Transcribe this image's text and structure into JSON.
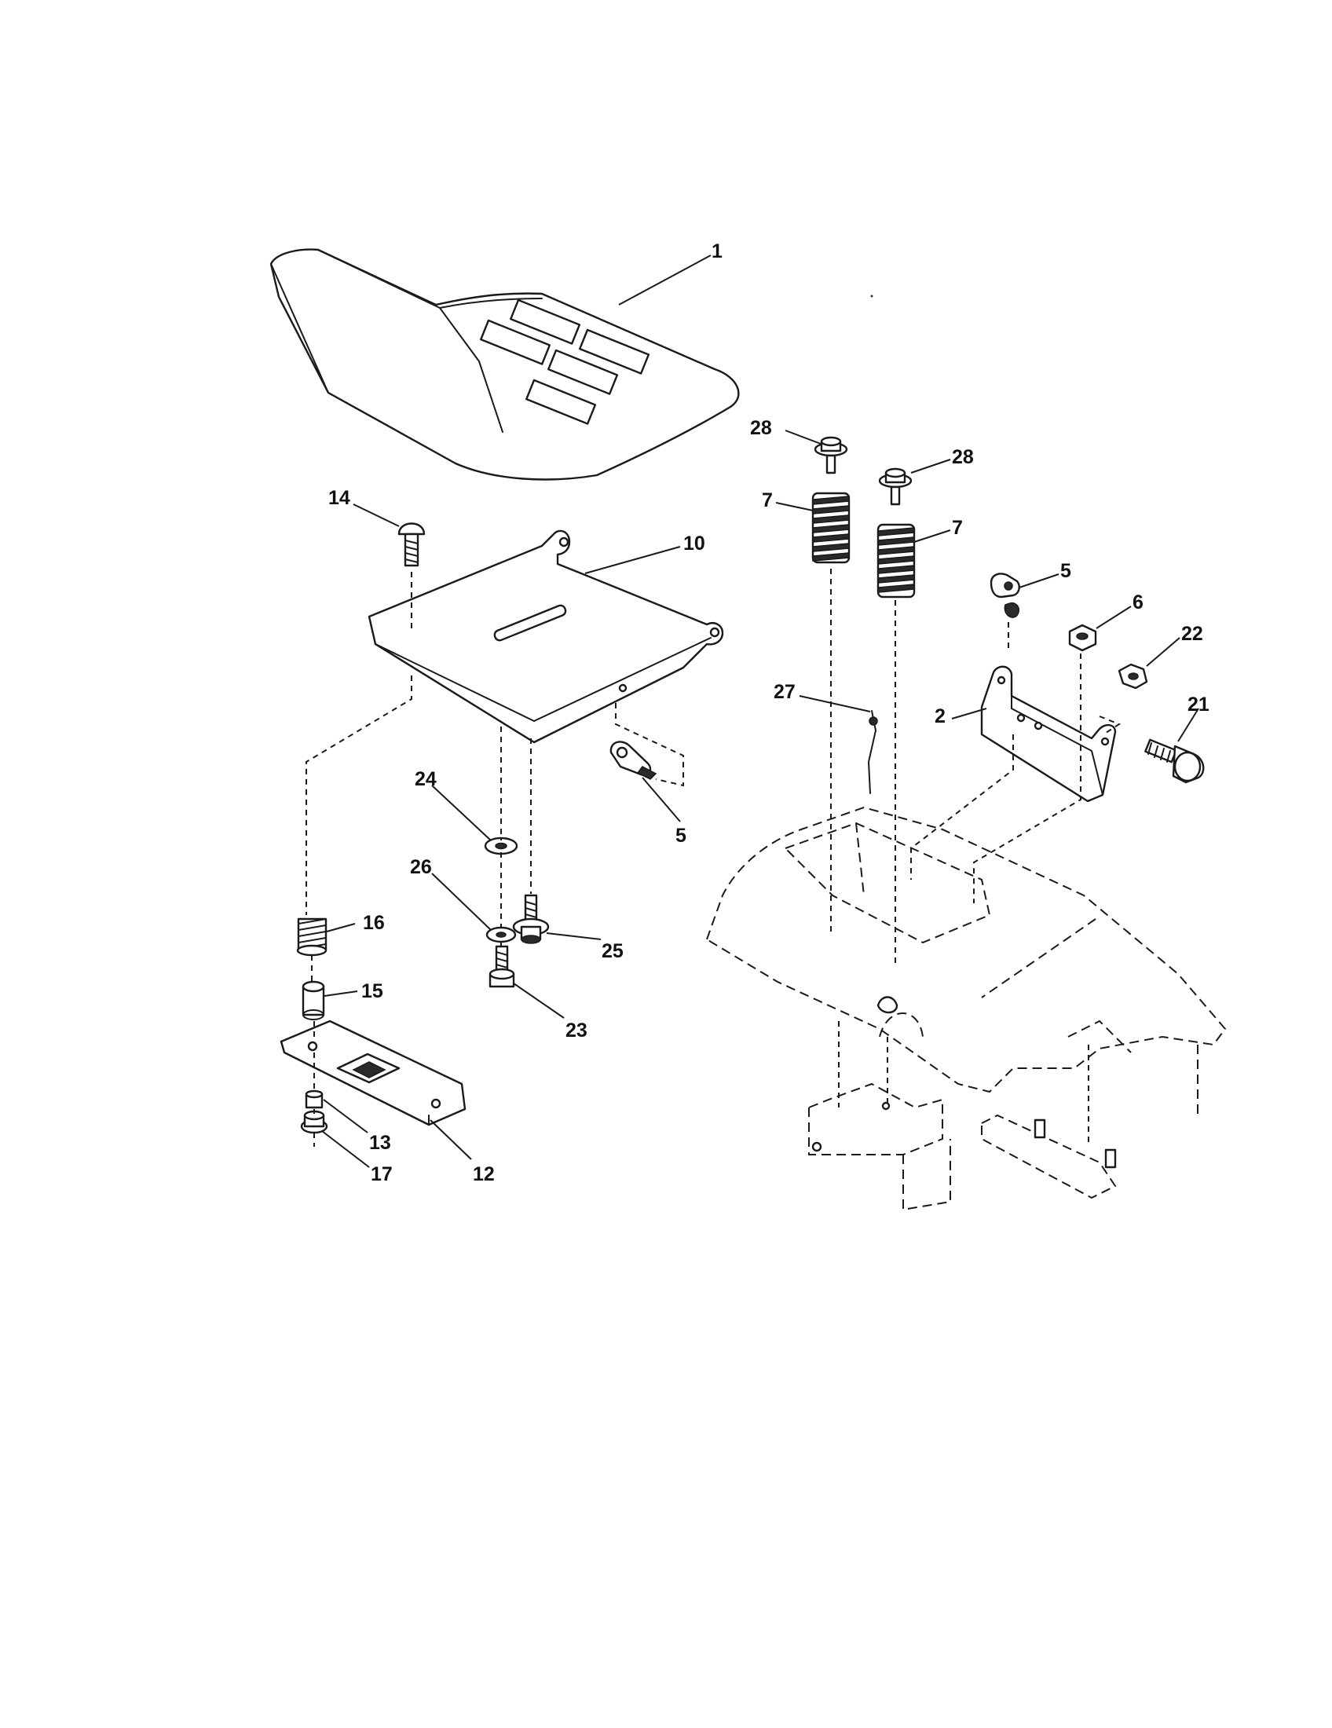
{
  "callouts": [
    {
      "id": "c1",
      "text": "1"
    },
    {
      "id": "c14",
      "text": "14"
    },
    {
      "id": "c10",
      "text": "10"
    },
    {
      "id": "c28a",
      "text": "28"
    },
    {
      "id": "c28b",
      "text": "28"
    },
    {
      "id": "c7a",
      "text": "7"
    },
    {
      "id": "c7b",
      "text": "7"
    },
    {
      "id": "c5a",
      "text": "5"
    },
    {
      "id": "c6",
      "text": "6"
    },
    {
      "id": "c22",
      "text": "22"
    },
    {
      "id": "c27",
      "text": "27"
    },
    {
      "id": "c2",
      "text": "2"
    },
    {
      "id": "c21",
      "text": "21"
    },
    {
      "id": "c24",
      "text": "24"
    },
    {
      "id": "c5b",
      "text": "5"
    },
    {
      "id": "c26",
      "text": "26"
    },
    {
      "id": "c25",
      "text": "25"
    },
    {
      "id": "c16",
      "text": "16"
    },
    {
      "id": "c15",
      "text": "15"
    },
    {
      "id": "c23",
      "text": "23"
    },
    {
      "id": "c13",
      "text": "13"
    },
    {
      "id": "c17",
      "text": "17"
    },
    {
      "id": "c12",
      "text": "12"
    }
  ]
}
